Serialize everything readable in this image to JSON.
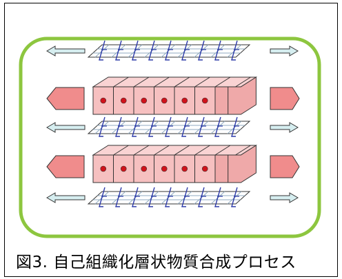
{
  "figure": {
    "caption": "図3. 自己組織化層状物質合成プロセス"
  },
  "colors": {
    "frame_border": "#8dc63f",
    "grid_sheet_stroke": "#333333",
    "grid_sheet_fill": "#ffffff",
    "grid_branch": "#2d3aa8",
    "grid_line": "#8faac0",
    "slab_front": "#f6c0c0",
    "slab_top": "#f9d3d3",
    "slab_side": "#efa9a9",
    "slab_dot": "#d0121b",
    "large_arrow": "#f08c8c",
    "small_arrow": "#d6eef0"
  },
  "layers": [
    {
      "kind": "grid-sheet"
    },
    {
      "kind": "block-slab",
      "blocks": 6
    },
    {
      "kind": "grid-sheet"
    },
    {
      "kind": "block-slab",
      "blocks": 6
    },
    {
      "kind": "grid-sheet"
    }
  ]
}
